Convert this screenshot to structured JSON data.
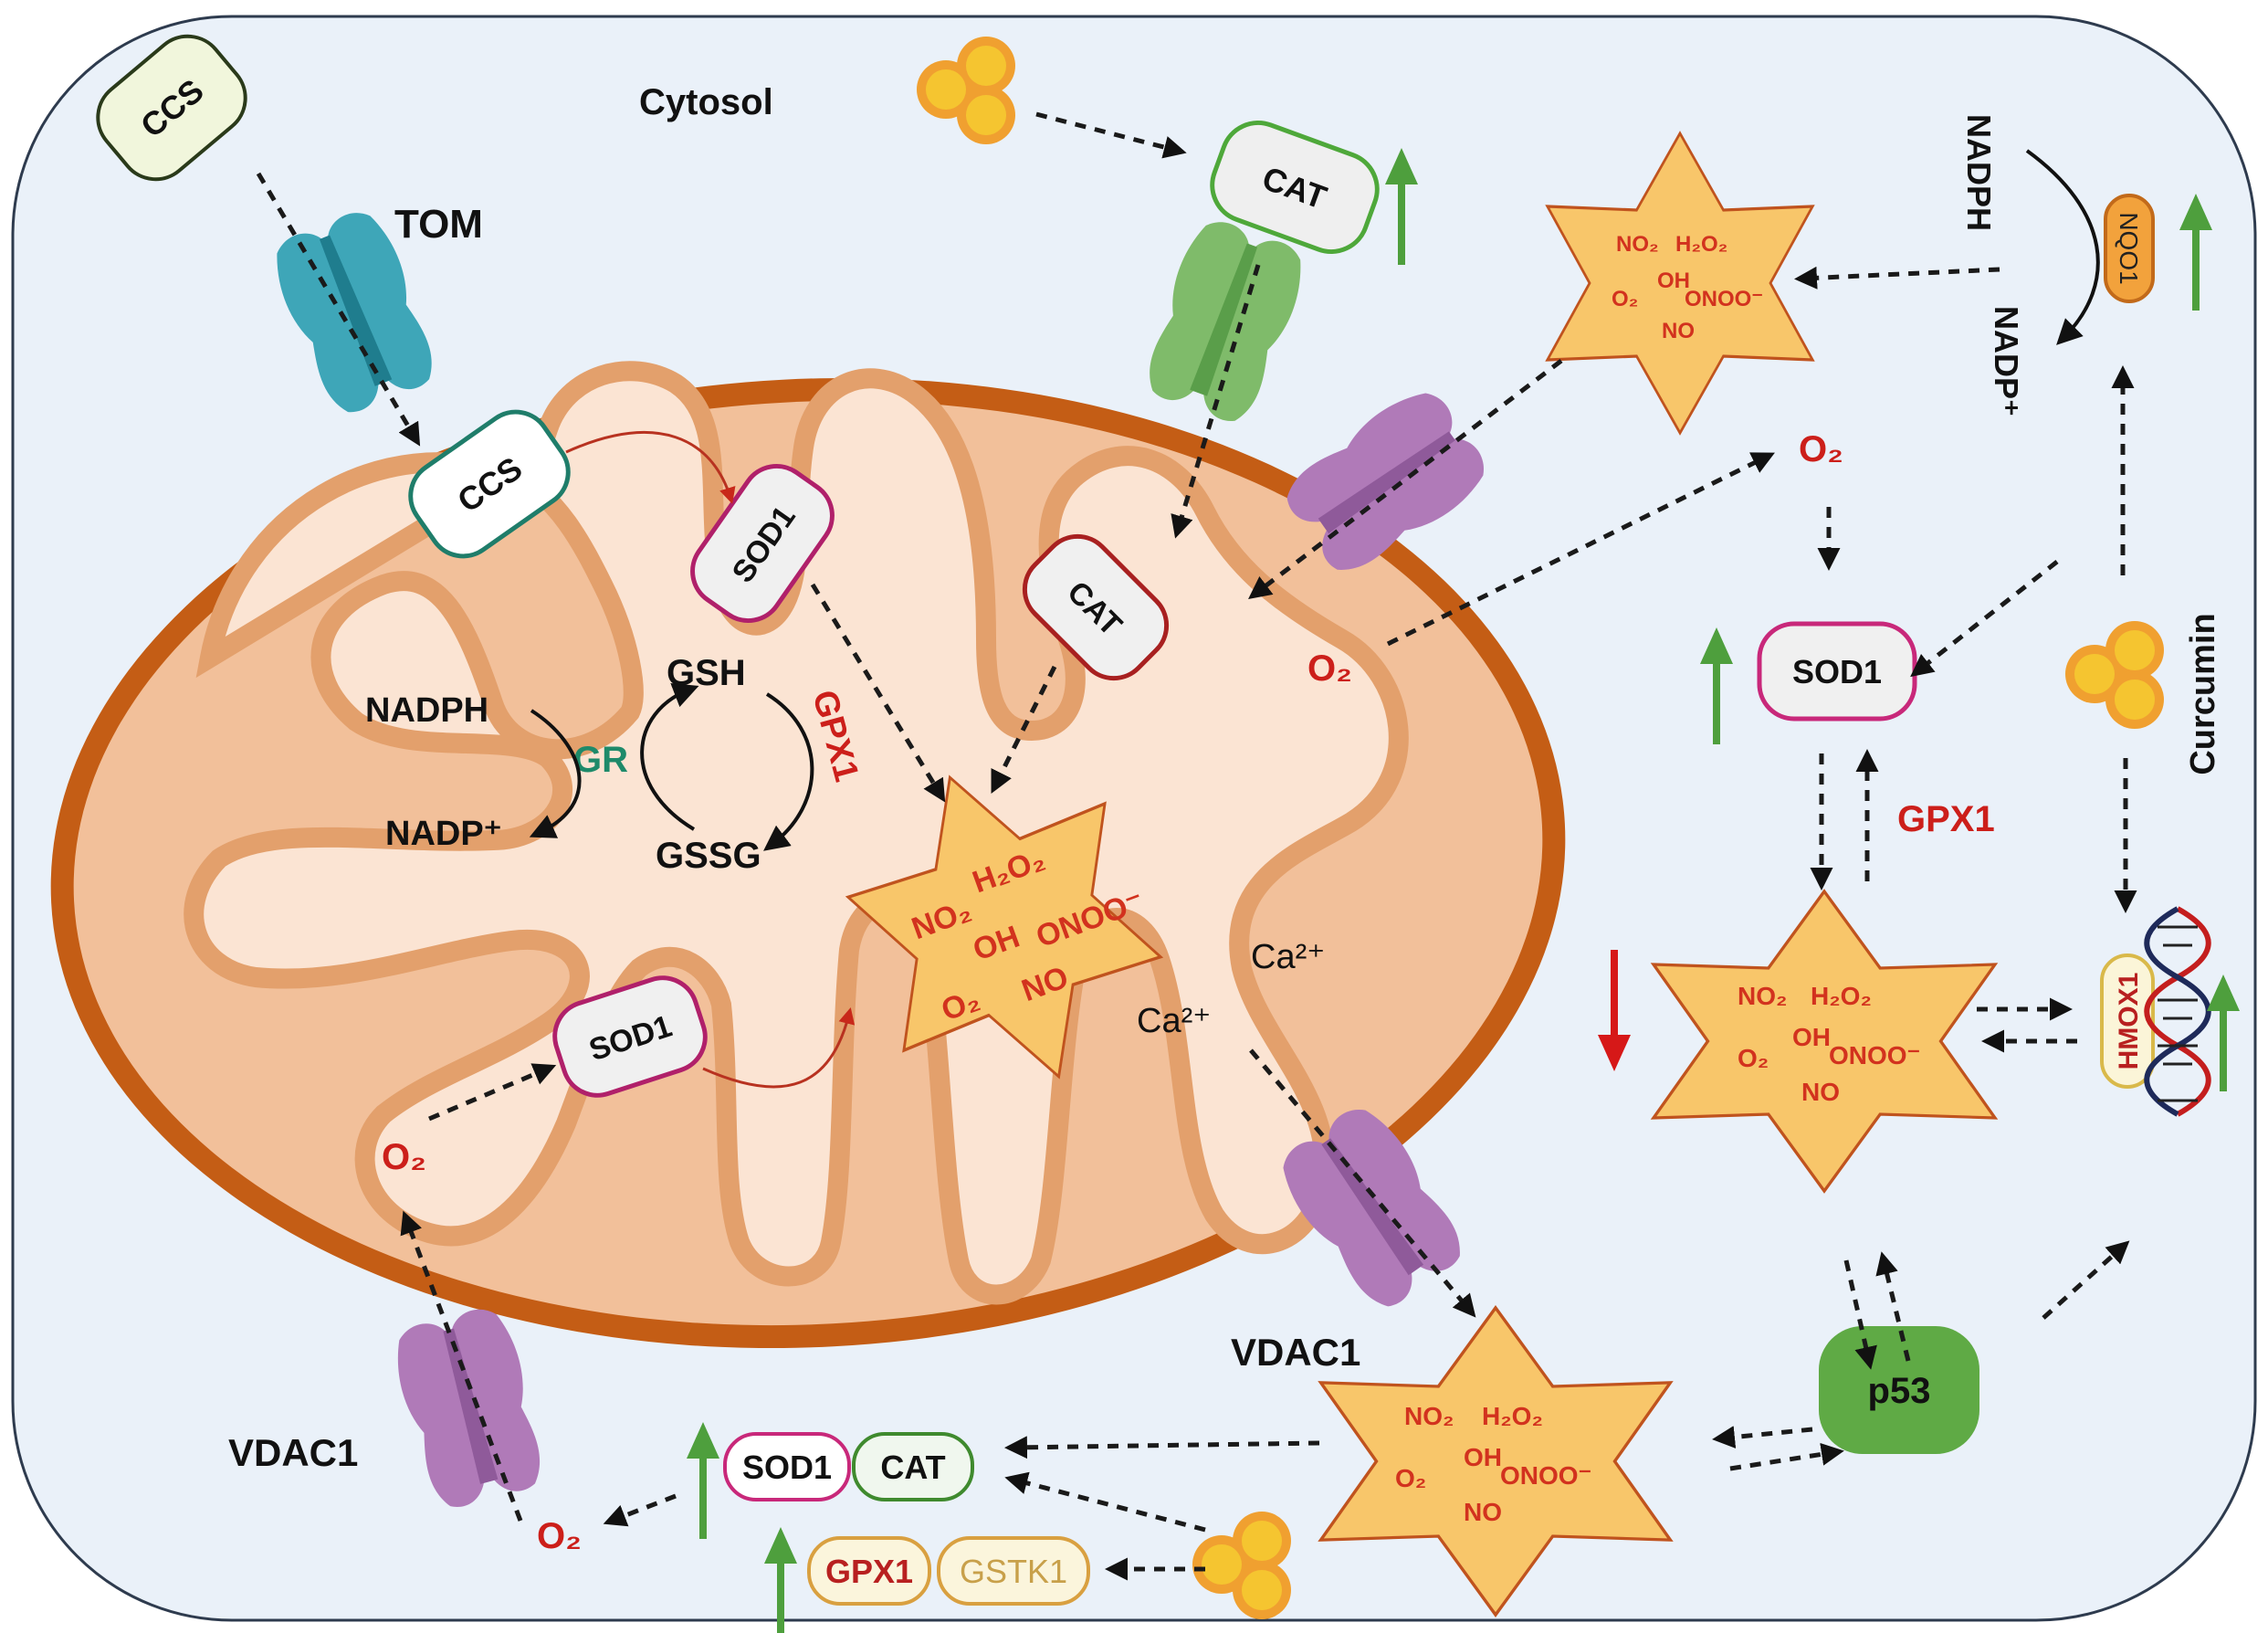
{
  "figure": {
    "compartment_label": "Cytosol",
    "colors": {
      "cell_fill": "#eaf1f9",
      "cell_border": "#2e3b4e",
      "mito_outer": "#c45d15",
      "mito_intermembrane": "#f2c09a",
      "mito_matrix": "#fbe4d3",
      "crista_border": "#e3a06c",
      "ros_fill": "#f8c66a",
      "ros_border": "#c0531e",
      "ros_text": "#d2321e",
      "up_arrow": "#4e9f3d",
      "down_arrow": "#d61818",
      "tom_channel": "#3ea6b8",
      "green_channel": "#7fbb6a",
      "vdac_channel": "#b07ab8",
      "curcumin_outer": "#f0a030",
      "curcumin_inner": "#f5c530"
    }
  },
  "labels": {
    "tom": "TOM",
    "vdac1_left": "VDAC1",
    "vdac1_right": "VDAC1",
    "curcumin": "Curcumin",
    "nadph_matrix": "NADPH",
    "nadp_matrix": "NADP⁺",
    "gr": "GR",
    "gsh": "GSH",
    "gssg": "GSSG",
    "gpx1_matrix": "GPX1",
    "ca_1": "Ca²⁺",
    "ca_2": "Ca²⁺",
    "o2_matrix_right": "O₂",
    "o2_matrix_left": "O₂",
    "o2_cytosol_top": "O₂",
    "o2_cytosol_bottom": "O₂",
    "nadph_cyto": "NADPH",
    "nadp_cyto": "NADP⁺",
    "gpx1_cyto": "GPX1"
  },
  "proteins": {
    "ccs_cytosol": "CCS",
    "ccs_mito": "CCS",
    "sod1_upper": "SOD1",
    "sod1_lower": "SOD1",
    "cat_cytosol": "CAT",
    "cat_mito": "CAT",
    "sod1_cyto": "SOD1",
    "nqo1": "NQO1",
    "hmox1": "HMOX1",
    "p53": "p53",
    "sod1_bottom": "SOD1",
    "cat_bottom": "CAT",
    "gpx1_bottom": "GPX1",
    "gstk1_bottom": "GSTK1"
  },
  "ros_species": {
    "no2": "NO₂",
    "h2o2": "H₂O₂",
    "oh": "OH",
    "onoo": "ONOO⁻",
    "o2": "O₂",
    "no": "NO"
  },
  "regulation": {
    "cat_cytosol": "up",
    "nqo1": "up",
    "sod1_cyto": "up",
    "hmox1": "up",
    "ros_cyto": "down",
    "sod1_cat_bottom": "up",
    "gpx1_gstk1_bottom": "up"
  }
}
